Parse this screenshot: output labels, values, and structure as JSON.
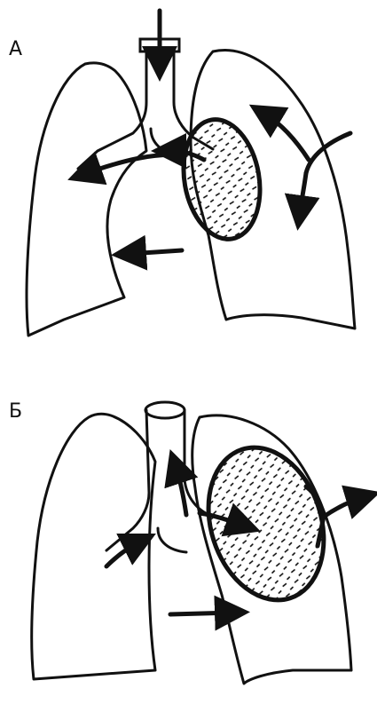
{
  "panels": [
    {
      "id": "A",
      "label": "А"
    },
    {
      "id": "B",
      "label": "Б"
    }
  ],
  "legend_symbols": {
    "dense_pattern": "dash",
    "light_pattern": "plus"
  },
  "colors": {
    "ink": "#111111",
    "background": "#ffffff"
  }
}
